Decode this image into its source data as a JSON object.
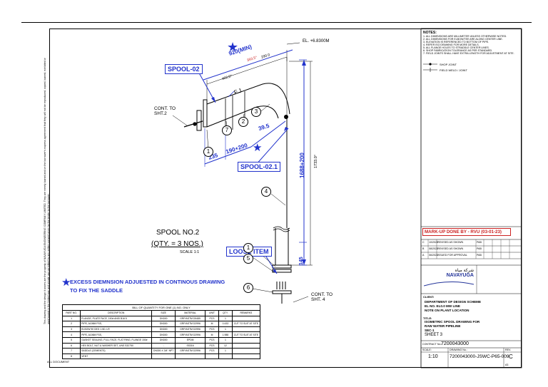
{
  "drawing": {
    "elevation": "EL. +6.8300M",
    "dim_920": "920(MIN)",
    "dim_red": "393.5°",
    "dim_290": "290.0",
    "dim_402": "402.0°",
    "dim_fj": "F.J",
    "dim_395": "39.5",
    "dim_235": "235",
    "dim_190_200": "190+200",
    "dim_1688_200": "1688+200",
    "dim_1733": "1733.0°",
    "dim_145": "145",
    "cont_to_sht2": "CONT. TO",
    "cont_to_sht2_b": "SHT.2",
    "cont_to_sht4": "CONT. TO",
    "cont_to_sht4_b": "SHT. 4",
    "spool_no": "SPOOL NO.2",
    "qty": "(QTY. = 3 NOS.)",
    "scale": "SCALE 1:1",
    "excess_note_1": "EXCESS DIEMNSION ADJUESTED IN CONTINOUS DRAWING",
    "excess_note_2": "TO FIX THE SADDLE",
    "side_note": "This drawing and the design it covers are the property of NAVAYUGA ENGINEERING COMPANY LIMITED. They are merely loaned and on the borrower's express agreement that they will not be reproduced, copied, loaned, exhibited or used except in the limited way and private use permitted by any written consent given by the lender to the borrower.",
    "footer_left": "ALL DOCUMENT"
  },
  "labels": {
    "spool_02": "SPOOL-02",
    "spool_02_1": "SPOOL-02.1",
    "loose_item": "LOOSE ITEM",
    "markup": "MARK-UP DONE BY - RVU (03-01-23)"
  },
  "balloons": [
    "1",
    "2",
    "3",
    "4",
    "5",
    "6",
    "7"
  ],
  "bom": {
    "caption": "BILL OF QUANTITY FOR ONE (1) NO. ONLY",
    "headers": [
      "PART NO.",
      "DESCRIPTION",
      "SIZE",
      "MATERIAL",
      "UNIT",
      "QTY.",
      "REMARKS"
    ],
    "rows": [
      [
        "1",
        "FLANGE, PLATE FACE, 150# ANSI B16.5",
        "DN300",
        "GRP/ASTM D5485",
        "PCS",
        "1",
        ""
      ],
      [
        "2",
        "PIPE, A106M FSS,",
        "DN300",
        "GRP/ASTM D2996",
        "M",
        "0.433",
        "CUT TO SUIT AT SITE"
      ],
      [
        "3",
        "ELBOW 90 DEG 1.5D, LR",
        "DN300",
        "GRP/ASTM D2996",
        "PCS",
        "1",
        ""
      ],
      [
        "4",
        "PIPE, A106M FSS,",
        "DN300",
        "GRP/ASTM D2996",
        "M",
        "1.988",
        "CUT TO SUIT AT SITE"
      ],
      [
        "5",
        "GASKET SEALING, FULL FACE, FLAT RING, FLANGE 150#",
        "DN300",
        "EPDM",
        "PCS",
        "1",
        ""
      ],
      [
        "6",
        "HEX BOLT, NUT & WASHER SET, UNS S32750",
        "-",
        "SS316",
        "PCS",
        "12",
        ""
      ],
      [
        "7",
        "SADDLE (CEMENTS)",
        "DN300 X 3/4\" NPT",
        "GRP/ASTM D2996",
        "PCS",
        "1",
        ""
      ],
      [
        "8",
        "VENT",
        "",
        "",
        "",
        "",
        ""
      ]
    ]
  },
  "notes": {
    "title": "NOTES:",
    "lines": [
      "1. ALL DIMENSIONS ARE MILLIMETER UNLESS OTHERWISE NOTED.",
      "2. ALL DIMENSIONS FOR ELBOW/TEE ARE ALONG CENTER LINE.",
      "3. ELEVATION IS REFERENCED TO BOTTOM OF PIPE.",
      "4. REFER ISO DRAWING FOR MORE DETAILS.",
      "5. ALL FLANGE HOLES TO STRADDLE CENTER LINES.",
      "6. SHOP FABRICATION TOLERANCE AS PER STANDARD.",
      "7. FIELD JOINTS SHALL HAVE EXTRA LENGTH FOR ADJUSTMENT AT SITE."
    ],
    "legend_shop": "SHOP JOINT",
    "legend_field": "FIELD WELD / JOINT"
  },
  "revisions": [
    [
      "C",
      "10/2022",
      "REVISED AS SHOWN",
      "PAB",
      "",
      "",
      "",
      ""
    ],
    [
      "B",
      "08/2022",
      "REVISED AS SHOWN",
      "PAB",
      "",
      "",
      "",
      ""
    ],
    [
      "A",
      "06/2022",
      "ISSUED FOR APPROVAL",
      "PAB",
      "",
      "",
      "",
      ""
    ]
  ],
  "title_block": {
    "client_label": "CLIENT:",
    "client_lines": [
      "DEPARTMENT OF DESIGN SCHEME",
      "EL NO. EL0.0 MW LINE",
      "NOTE ON PLANT LOCATION"
    ],
    "title_label": "TITLE:",
    "title_lines": [
      "ISOMETRIC SPOOL DRAWING FOR",
      "RAW WATER PIPELINE",
      "SEC-1"
    ],
    "sheet": "SHEET 3",
    "contract_label": "CONTRACT No.:",
    "contract_no": "7200043000",
    "scale_label": "SCALE:",
    "scale_value": "1:10",
    "drawing_no_label": "DRAWING No.:",
    "drawing_no": "7200043000-JSWC-P65-009",
    "rev_label": "REV.",
    "rev": "C",
    "size_label": "A3",
    "company_arabic": "شركة مياه",
    "company_en": "NAVAYUGA"
  }
}
